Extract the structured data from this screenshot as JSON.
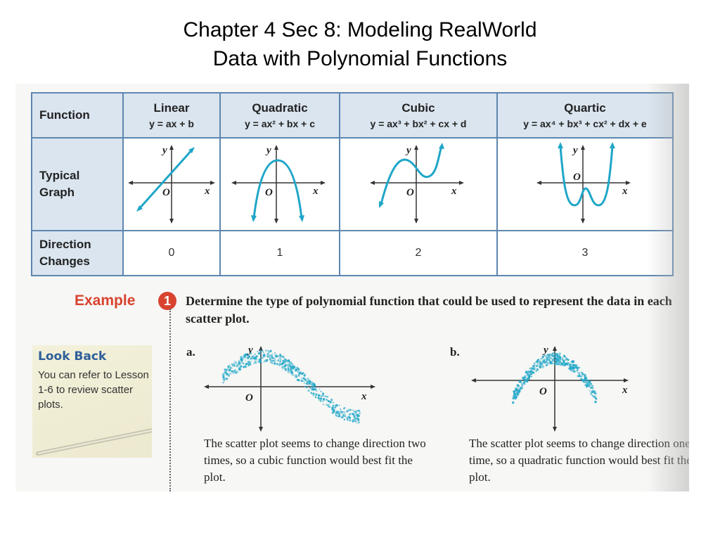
{
  "slide": {
    "title_line1": "Chapter 4 Sec 8: Modeling RealWorld",
    "title_line2": "Data with Polynomial Functions"
  },
  "table": {
    "row_headers": {
      "function": "Function",
      "typical_graph_line1": "Typical",
      "typical_graph_line2": "Graph",
      "direction_line1": "Direction",
      "direction_line2": "Changes"
    },
    "columns": [
      {
        "name": "Linear",
        "equation": "y = ax + b",
        "direction_changes": "0"
      },
      {
        "name": "Quadratic",
        "equation": "y = ax² + bx + c",
        "direction_changes": "1"
      },
      {
        "name": "Cubic",
        "equation": "y = ax³ + bx² + cx + d",
        "direction_changes": "2"
      },
      {
        "name": "Quartic",
        "equation": "y = ax⁴ + bx³ + cx² + dx + e",
        "direction_changes": "3"
      }
    ],
    "axis_labels": {
      "x": "x",
      "y": "y",
      "origin": "O"
    }
  },
  "example": {
    "label": "Example",
    "number": "1",
    "prompt": "Determine the type of polynomial function that could be used to represent the data in each scatter plot."
  },
  "look_back": {
    "title": "Look Back",
    "text": "You can refer to Lesson 1-6 to review scatter plots."
  },
  "parts": [
    {
      "label": "a.",
      "caption": "The scatter plot seems to change direction two times, so a cubic function would best fit the plot."
    },
    {
      "label": "b.",
      "caption": "The scatter plot seems to change direction one time, so a quadratic function would best fit the plot."
    }
  ],
  "colors": {
    "curve": "#1fa6c8",
    "table_border": "#5d87b0",
    "header_fill": "#dae5ef",
    "example_red": "#d8432f",
    "look_back_title": "#2f5f9a"
  }
}
